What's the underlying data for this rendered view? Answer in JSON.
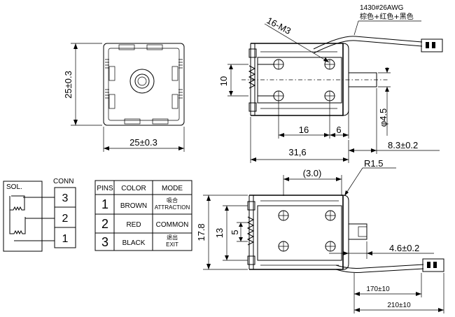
{
  "labels": {
    "wire_spec": "1430#26AWG",
    "wire_colors": "棕色+红色+黑色",
    "thread": "16-M3",
    "radius": "R1.5",
    "ref_dim": "(3.0)"
  },
  "front_view": {
    "dim_height": "25±0.3",
    "dim_width": "25±0.3"
  },
  "side_view": {
    "dim_10": "10",
    "dim_16": "16",
    "dim_6": "6",
    "dim_shaft": "φ4.5",
    "dim_length": "31,6",
    "dim_stroke": "8.3±0.2"
  },
  "bottom_view": {
    "dim_17_8": "17.8",
    "dim_13": "13",
    "dim_5": "5",
    "dim_4_6": "4.6±0.2",
    "dim_170": "170±10",
    "dim_210": "210±10"
  },
  "schematic": {
    "sol_label": "SOL.",
    "conn_label": "CONN",
    "pins": [
      "3",
      "2",
      "1"
    ]
  },
  "pin_table": {
    "headers": [
      "PINS",
      "COLOR",
      "MODE"
    ],
    "rows": [
      {
        "pin": "1",
        "color": "BROWN",
        "mode_cn": "吸合",
        "mode": "ATTRACTION"
      },
      {
        "pin": "2",
        "color": "RED",
        "mode_cn": "",
        "mode": "COMMON"
      },
      {
        "pin": "3",
        "color": "BLACK",
        "mode_cn": "退出",
        "mode": "EXIT"
      }
    ]
  }
}
